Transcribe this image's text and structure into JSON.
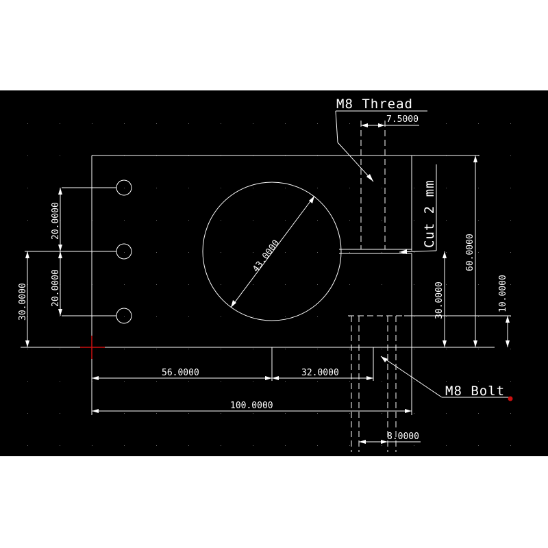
{
  "drawing": {
    "colors": {
      "background": "#000000",
      "line": "#ffffff",
      "cursor": "#cc1010",
      "page": "#ffffff"
    },
    "labels": {
      "m8_thread": "M8 Thread",
      "m8_bolt": "M8 Bolt",
      "cut": "Cut 2 mm"
    },
    "dimensions": {
      "thread_width": "7.5000",
      "hole_spacing_top": "20.0000",
      "hole_spacing_bottom": "20.0000",
      "hole_height_from_base": "30.0000",
      "circle_diameter": "43.0000",
      "slot_height": "30.0000",
      "overall_height": "60.0000",
      "bolt_offset": "10.0000",
      "circle_center_x": "56.0000",
      "bolt_x": "32.0000",
      "overall_width": "100.0000",
      "bolt_width": "8.0000"
    },
    "icons": {
      "cursor": "crosshair-icon",
      "endpoint": "endpoint-marker-icon"
    }
  }
}
